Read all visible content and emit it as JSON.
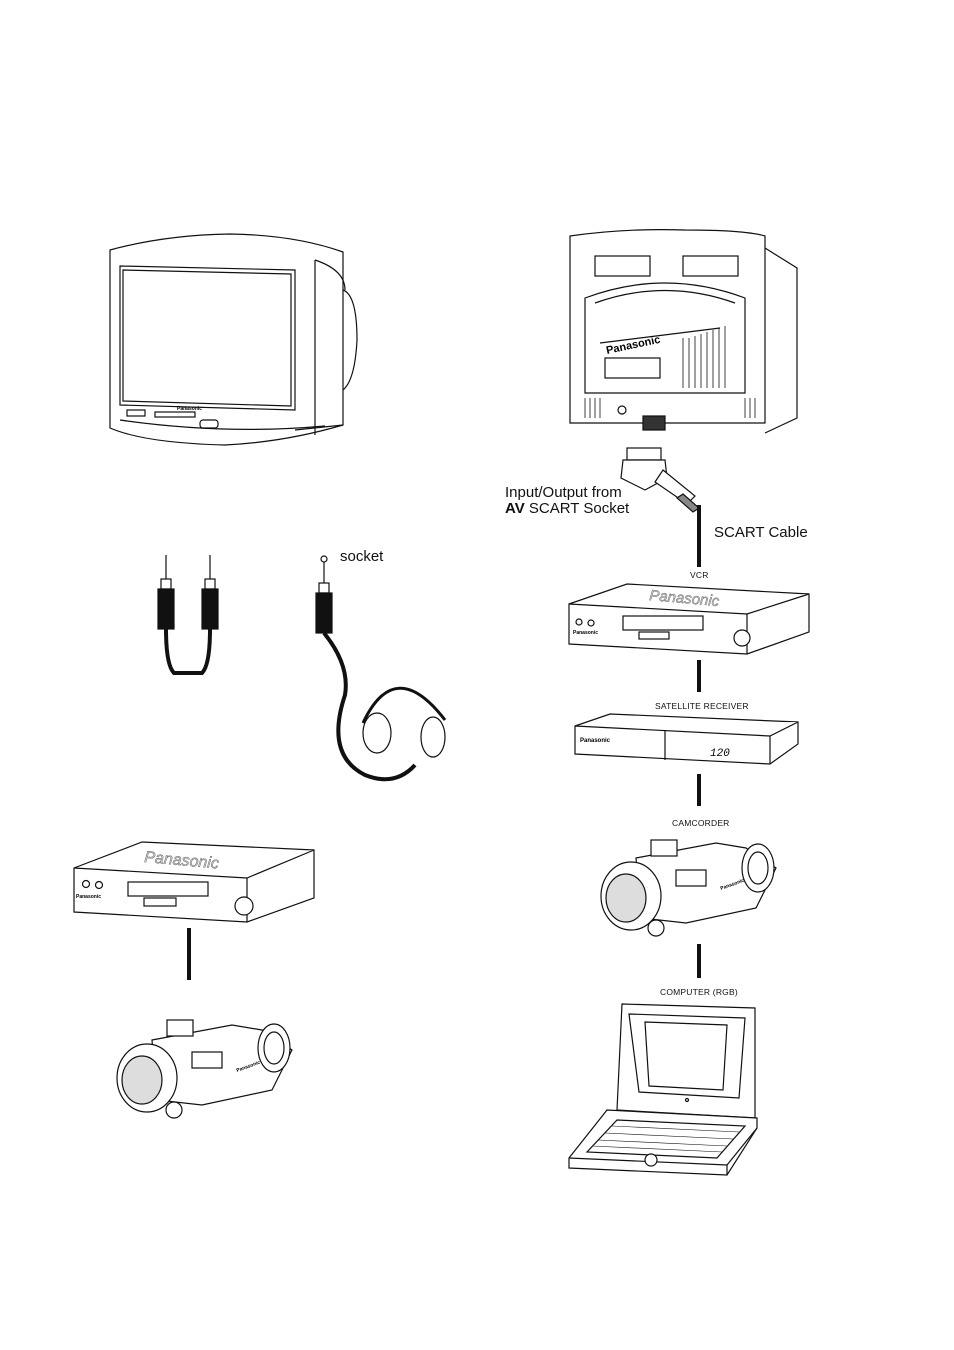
{
  "labels": {
    "socket": "socket",
    "io_line1": "Input/Output from",
    "io_av": "AV",
    "io_line2_rest": " SCART Socket",
    "scart_cable": "SCART Cable",
    "vcr": "VCR",
    "satellite": "SATELLITE RECEIVER",
    "camcorder": "CAMCORDER",
    "computer": "COMPUTER (RGB)"
  },
  "brand": "Panasonic",
  "satellite_display": "120",
  "icons": [
    "tv-front-icon",
    "tv-rear-icon",
    "scart-plug-icon",
    "rca-plug-icon",
    "headphones-icon",
    "vcr-icon",
    "satellite-receiver-icon",
    "camcorder-icon",
    "laptop-icon"
  ]
}
